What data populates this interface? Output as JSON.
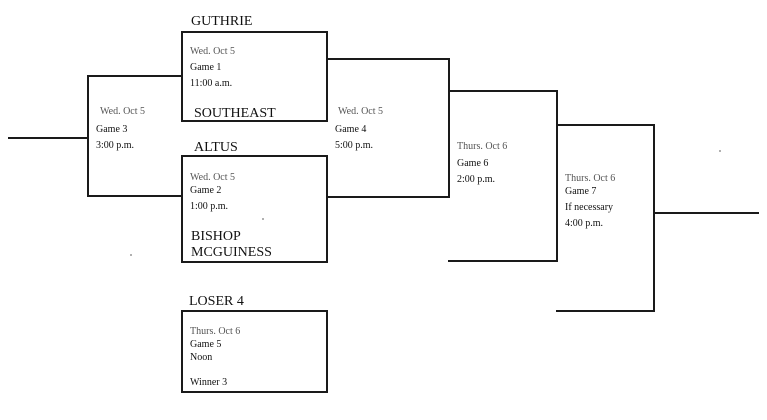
{
  "teams": {
    "guthrie": "GUTHRIE",
    "southeast": "SOUTHEAST",
    "altus": "ALTUS",
    "bishop_line1": "BISHOP",
    "bishop_line2": "MCGUINESS",
    "loser4": "LOSER 4"
  },
  "games": {
    "g1": {
      "date": "Wed. Oct 5",
      "name": "Game 1",
      "time": "11:00 a.m."
    },
    "g2": {
      "date": "Wed. Oct 5",
      "name": "Game 2",
      "time": "1:00 p.m."
    },
    "g3": {
      "date": "Wed. Oct 5",
      "name": "Game 3",
      "time": "3:00 p.m."
    },
    "g4": {
      "date": "Wed. Oct 5",
      "name": "Game 4",
      "time": "5:00 p.m."
    },
    "g5": {
      "date": "Thurs. Oct 6",
      "name": "Game 5",
      "time": "Noon",
      "note": "Winner  3"
    },
    "g6": {
      "date": "Thurs. Oct 6",
      "name": "Game 6",
      "time": "2:00 p.m."
    },
    "g7": {
      "date": "Thurs. Oct 6",
      "name": "Game 7",
      "note": "If necessary",
      "time": "4:00 p.m."
    }
  }
}
